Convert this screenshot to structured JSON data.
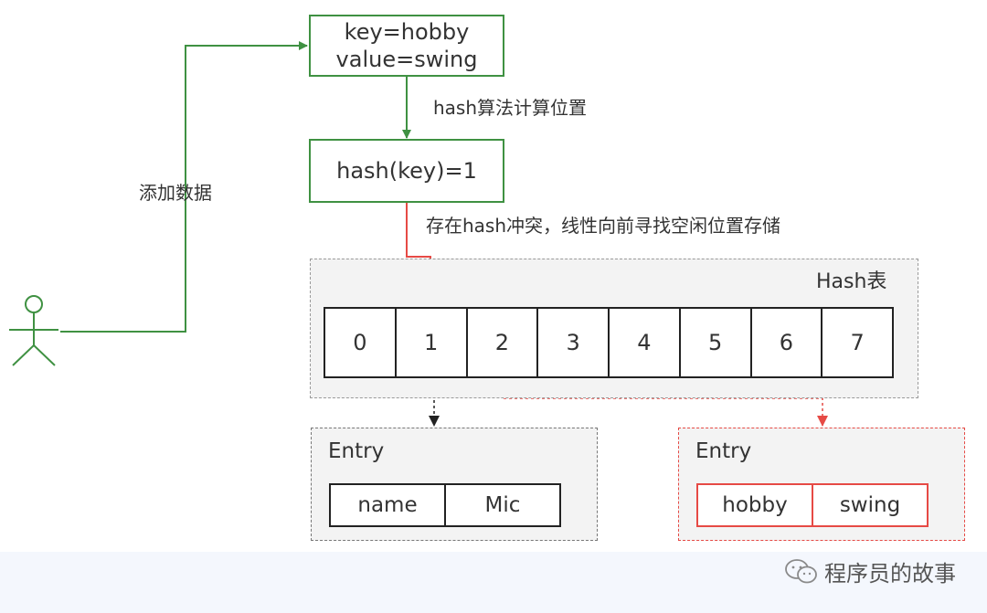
{
  "colors": {
    "green": "#3f9142",
    "red": "#e64a45",
    "dark": "#222222"
  },
  "entry_box": {
    "line1": "key=hobby",
    "line2": "value=swing"
  },
  "hash_box": {
    "text": "hash(key)=1"
  },
  "labels": {
    "hash_algorithm": "hash算法计算位置",
    "add_data": "添加数据",
    "collision": "存在hash冲突，线性向前寻找空闲位置存储"
  },
  "hash_table": {
    "title": "Hash表",
    "slots": [
      "0",
      "1",
      "2",
      "3",
      "4",
      "5",
      "6",
      "7"
    ]
  },
  "entries": [
    {
      "title": "Entry",
      "key": "name",
      "value": "Mic"
    },
    {
      "title": "Entry",
      "key": "hobby",
      "value": "swing"
    }
  ],
  "footer": {
    "brand": "程序员的故事",
    "icon": "wechat-icon"
  }
}
